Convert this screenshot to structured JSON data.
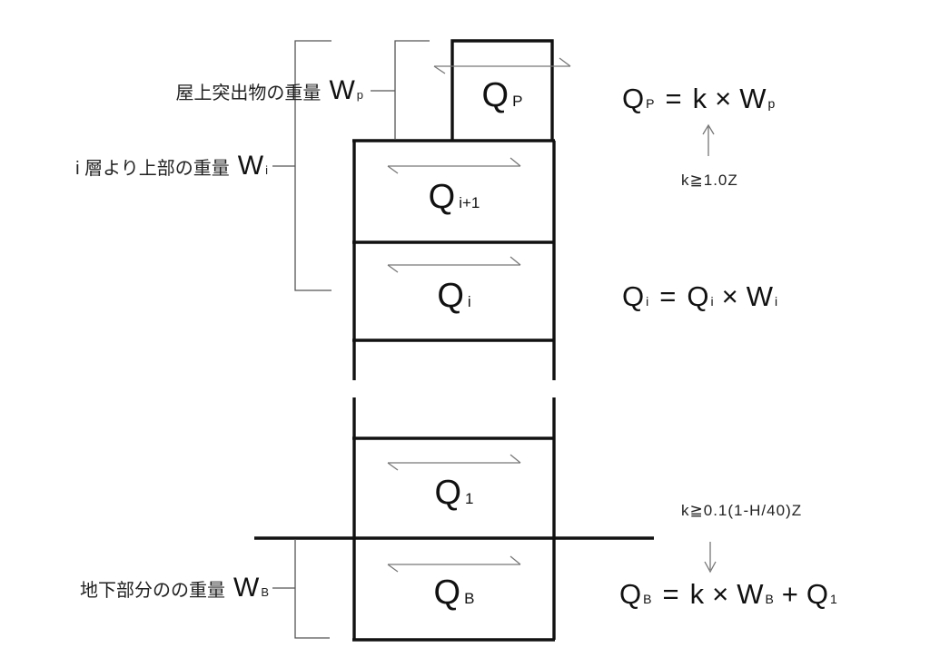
{
  "labels": {
    "roof": {
      "text": "屋上突出物の重量",
      "symbol": "W",
      "sub": "p"
    },
    "upper": {
      "text": "i 層より上部の重量",
      "symbol": "W",
      "sub": "i"
    },
    "basement": {
      "text": "地下部分のの重量",
      "symbol": "W",
      "sub": "B"
    }
  },
  "boxes": {
    "penthouse": {
      "symbol": "Q",
      "sub": "P"
    },
    "story_i1": {
      "symbol": "Q",
      "sub": "i+1"
    },
    "story_i": {
      "symbol": "Q",
      "sub": "i"
    },
    "story_1": {
      "symbol": "Q",
      "sub": "1"
    },
    "basement": {
      "symbol": "Q",
      "sub": "B"
    }
  },
  "formulas": {
    "penthouse": {
      "lhs": "Q",
      "lhs_sub": "P",
      "equals": "=",
      "factor1": "k",
      "times": "×",
      "factor2": "W",
      "factor2_sub": "p"
    },
    "story_i": {
      "lhs": "Q",
      "lhs_sub": "i",
      "equals": "=",
      "factor1": "Q",
      "factor1_sub": "i",
      "times": "×",
      "factor2": "W",
      "factor2_sub": "i"
    },
    "basement": {
      "lhs": "Q",
      "lhs_sub": "B",
      "equals": "=",
      "factor1": "k",
      "times": "×",
      "factor2": "W",
      "factor2_sub": "B",
      "plus": "+",
      "addend": "Q",
      "addend_sub": "1"
    }
  },
  "annotations": {
    "k_condition_top": "k≧1.0Z",
    "k_condition_bottom": "k≧0.1(1-H/40)Z"
  },
  "colors": {
    "structure": "#111111",
    "thin_line": "#555555",
    "arrow": "#777777",
    "background": "#ffffff"
  }
}
